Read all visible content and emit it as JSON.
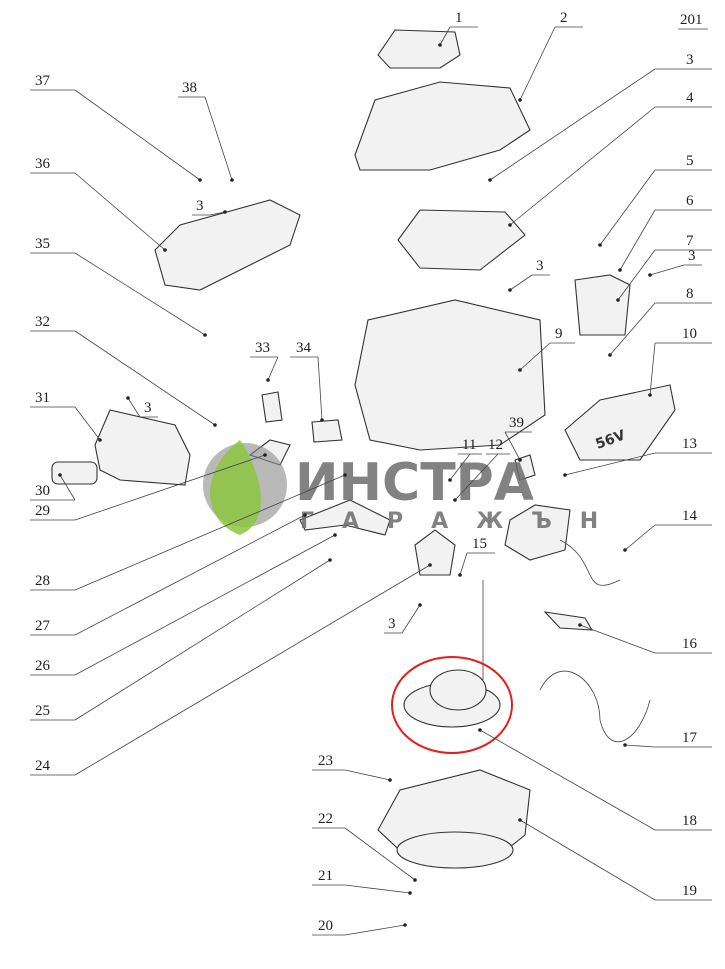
{
  "sheet_number": "201",
  "watermark": {
    "line1": "ИНСТРА",
    "line2": "ГАРАЖЪН"
  },
  "labels": [
    "1",
    "2",
    "3",
    "4",
    "5",
    "6",
    "7",
    "8",
    "9",
    "10",
    "13",
    "14",
    "16",
    "17",
    "18",
    "19",
    "37",
    "36",
    "35",
    "32",
    "31",
    "30",
    "29",
    "28",
    "27",
    "26",
    "25",
    "24",
    "23",
    "22",
    "21",
    "20",
    "38",
    "33",
    "34",
    "39",
    "15",
    "11",
    "12",
    "3",
    "3",
    "3",
    "3",
    "3"
  ],
  "highlight": {
    "part": "18",
    "color": "#e0201b"
  },
  "colors": {
    "leaf": "#8cc63f",
    "gear": "#8a8a8a"
  }
}
